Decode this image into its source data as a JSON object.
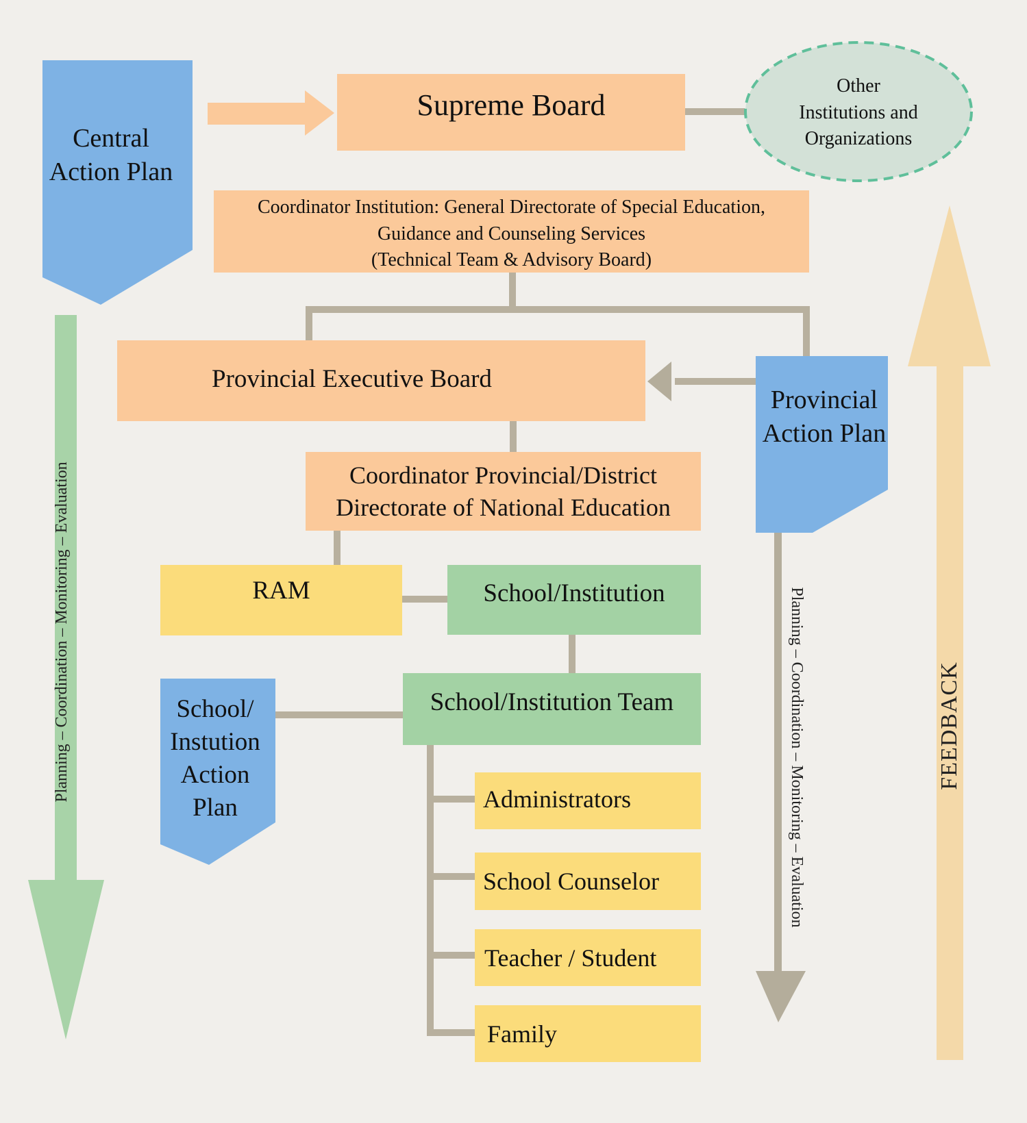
{
  "nodes": {
    "supreme_board": "Supreme Board",
    "other_institutions": [
      "Other",
      "Institutions and",
      "Organizations"
    ],
    "coordinator_institution": [
      "Coordinator Institution: General Directorate of Special Education,",
      "Guidance and Counseling Services",
      "(Technical Team & Advisory Board)"
    ],
    "provincial_executive_board": "Provincial Executive Board",
    "coordinator_provincial": [
      "Coordinator Provincial/District",
      "Directorate of National Education"
    ],
    "ram": "RAM",
    "school_institution": "School/Institution",
    "school_institution_team": "School/Institution Team",
    "administrators": "Administrators",
    "school_counselor": "School Counselor",
    "teacher_student": "Teacher / Student",
    "family": "Family"
  },
  "action_plans": {
    "central": [
      "Central",
      "Action Plan"
    ],
    "provincial": [
      "Provincial",
      "Action Plan"
    ],
    "school": [
      "School/",
      "Instution",
      "Action",
      "Plan"
    ]
  },
  "arrow_labels": {
    "left_process": "Planning – Coordination – Monitoring – Evaluation",
    "right_process": "Planning – Coordination – Monitoring – Evaluation",
    "feedback": "FEEDBACK"
  },
  "colors": {
    "orange_box": "#fbc99a",
    "yellow_box": "#fbdc7b",
    "green_box": "#a3d2a4",
    "blue_plan": "#7eb2e4",
    "connector": "#b8b09e",
    "green_arrow": "#a8d3a8",
    "feedback_arrow": "#f4d9a9",
    "gray_arrow": "#b4ad9b",
    "ellipse_fill": "#d3e1d7",
    "ellipse_border": "#5fbf9a"
  }
}
